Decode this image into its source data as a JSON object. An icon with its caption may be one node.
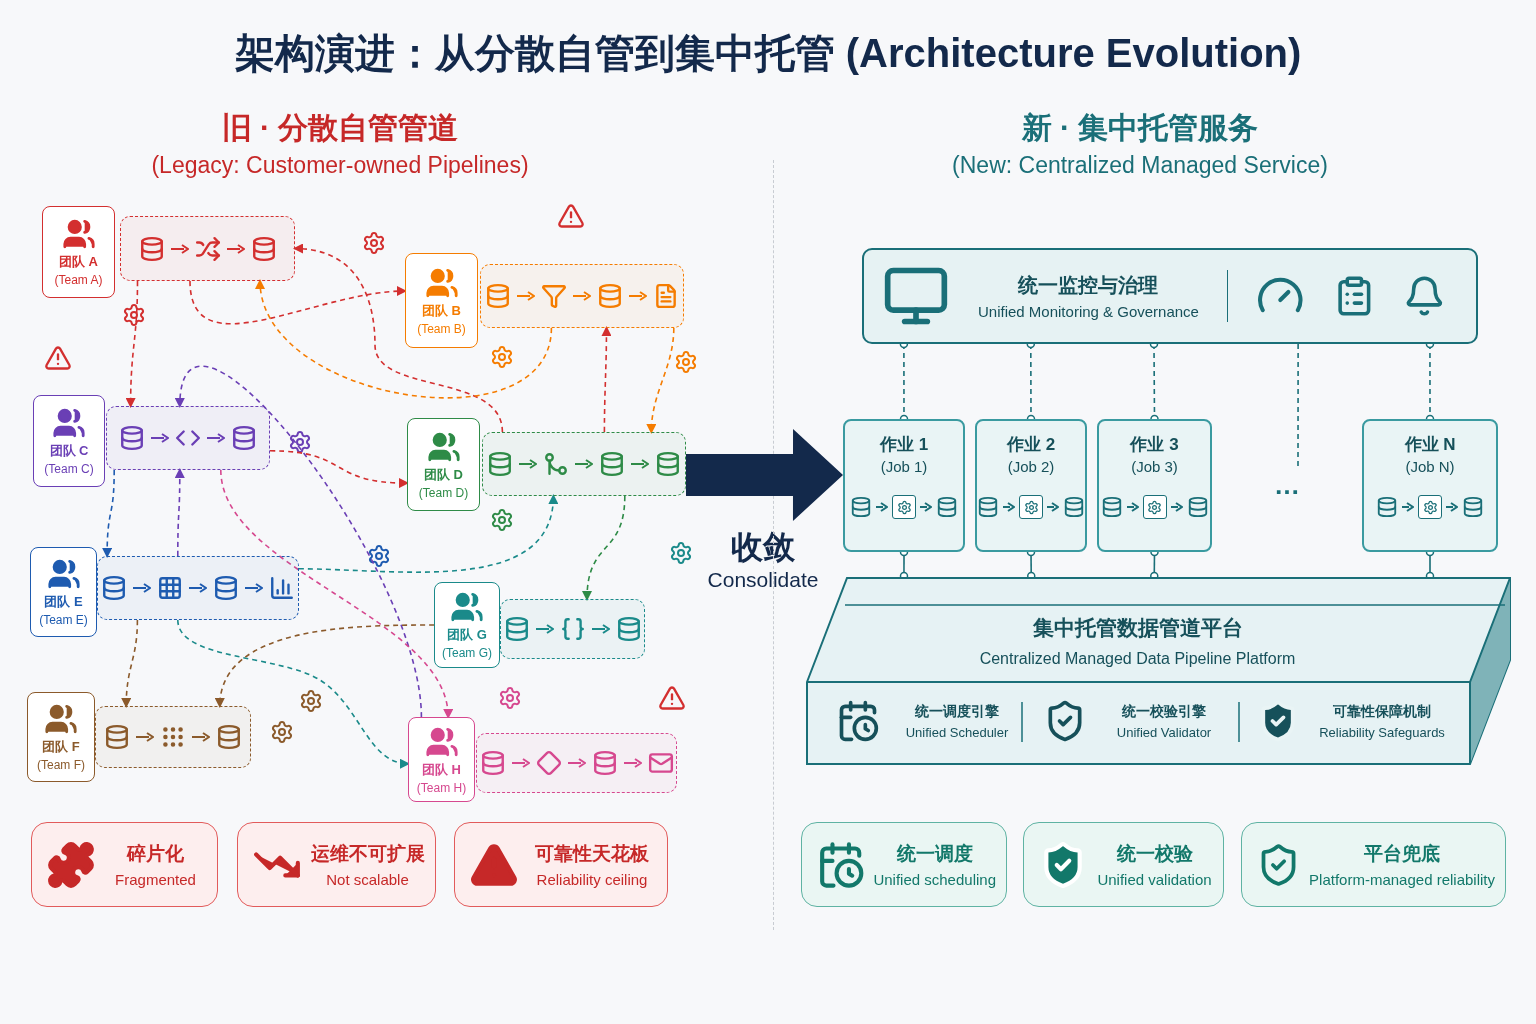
{
  "diagram": {
    "title": "架构演进：从分散自管到集中托管 (Architecture Evolution)",
    "nodes": [
      {
        "text": [
          "团队 A",
          "(Team A)"
        ]
      },
      {
        "text": [],
        "shape": "box"
      },
      {
        "text": [
          "团队 B",
          "(Team B)"
        ]
      },
      {
        "text": [],
        "shape": "box"
      },
      {
        "text": [
          "团队 C",
          "(Team C)"
        ]
      },
      {
        "text": [],
        "shape": "box"
      },
      {
        "text": [
          "团队 D",
          "(Team D)"
        ]
      },
      {
        "text": [],
        "shape": "box"
      },
      {
        "text": [
          "团队 E",
          "(Team E)"
        ]
      },
      {
        "text": [],
        "shape": "box"
      },
      {
        "text": [
          "团队 G",
          "(Team G)"
        ]
      },
      {
        "text": [],
        "shape": "box"
      },
      {
        "text": [
          "团队 F",
          "(Team F)"
        ]
      },
      {
        "text": [],
        "shape": "box"
      },
      {
        "text": [
          "团队 H",
          "(Team H)"
        ]
      },
      {
        "text": [],
        "shape": "box"
      },
      {
        "text": [
          "统一监控与治理",
          "Unified Monitoring & Governance"
        ]
      },
      {
        "text": [
          "作业 1",
          "(Job 1)"
        ]
      },
      {
        "text": [
          "作业 2",
          "(Job 2)"
        ]
      },
      {
        "text": [
          "作业 3",
          "(Job 3)"
        ]
      },
      {
        "text": [
          "作业 N",
          "(Job N)"
        ]
      },
      {
        "text": [
          "集中托管数据管道平台",
          "Centralized Managed Data Pipeline Platform"
        ]
      },
      {
        "text": [
          "统一调度引擎",
          "Unified Scheduler"
        ],
        "in": 21
      },
      {
        "text": [
          "统一校验引擎",
          "Unified Validator"
        ],
        "in": 21
      },
      {
        "text": [
          "可靠性保障机制",
          "Reliability Safeguards"
        ],
        "in": 21
      },
      {
        "text": [
          "碎片化",
          "Fragmented"
        ]
      },
      {
        "text": [
          "运维不可扩展",
          "Not scalable"
        ]
      },
      {
        "text": [
          "可靠性天花板",
          "Reliability ceiling"
        ]
      },
      {
        "text": [
          "统一调度",
          "Unified scheduling"
        ]
      },
      {
        "text": [
          "统一校验",
          "Unified validation"
        ]
      },
      {
        "text": [
          "平台兜底",
          "Platform-managed reliability"
        ]
      }
    ],
    "edges": [
      {
        "from": 7,
        "to": 1,
        "arrow": "to",
        "style": "dashed",
        "color": "#d32f2f"
      },
      {
        "from": 1,
        "to": 2,
        "arrow": "to",
        "style": "dashed",
        "color": "#d32f2f"
      },
      {
        "from": 3,
        "to": 1,
        "arrow": "to",
        "style": "dashed",
        "color": "#f57c00"
      },
      {
        "from": 1,
        "to": 5,
        "arrow": "to",
        "style": "dashed",
        "color": "#d32f2f"
      },
      {
        "from": 14,
        "to": 5,
        "arrow": "to",
        "style": "dashed",
        "color": "#6a3fb5"
      },
      {
        "from": 5,
        "to": 6,
        "arrow": "to",
        "style": "dashed",
        "color": "#d32f2f"
      },
      {
        "from": 9,
        "to": 5,
        "arrow": "to",
        "style": "dashed",
        "color": "#6a3fb5"
      },
      {
        "from": 3,
        "to": 7,
        "arrow": "to",
        "style": "dashed",
        "color": "#f57c00"
      },
      {
        "from": 7,
        "to": 3,
        "arrow": "to",
        "style": "dashed",
        "color": "#d32f2f"
      },
      {
        "from": 9,
        "to": 7,
        "arrow": "to",
        "style": "dashed",
        "color": "#1a8a8a"
      },
      {
        "from": 7,
        "to": 11,
        "arrow": "to",
        "style": "dashed",
        "color": "#2e8b47"
      },
      {
        "from": 5,
        "to": 9,
        "arrow": "to",
        "style": "dashed",
        "color": "#1e5bb0"
      },
      {
        "from": 9,
        "to": 14,
        "arrow": "to",
        "style": "dashed",
        "color": "#1a8a8a"
      },
      {
        "from": 10,
        "to": 13,
        "arrow": "to",
        "style": "dashed",
        "color": "#8b5a2b"
      },
      {
        "from": 9,
        "to": 13,
        "arrow": "to",
        "style": "dashed",
        "color": "#8b5a2b"
      },
      {
        "from": 5,
        "to": 14,
        "arrow": "to",
        "style": "dashed",
        "color": "#d6488f"
      },
      {
        "from": 7,
        "to": 17,
        "arrow": "to",
        "style": "thick",
        "color": "#13294b"
      },
      {
        "from": 16,
        "to": 17,
        "arrow": "other",
        "style": "dashed"
      },
      {
        "from": 16,
        "to": 18,
        "arrow": "other",
        "style": "dashed"
      },
      {
        "from": 16,
        "to": 19,
        "arrow": "other",
        "style": "dashed"
      },
      {
        "from": 16,
        "to": null,
        "arrow": "none",
        "style": "dashed"
      },
      {
        "from": 16,
        "to": 20,
        "arrow": "other",
        "style": "dashed"
      },
      {
        "from": 17,
        "to": 21,
        "arrow": "other"
      },
      {
        "from": 18,
        "to": 21,
        "arrow": "other"
      },
      {
        "from": 19,
        "to": 21,
        "arrow": "other"
      },
      {
        "from": 20,
        "to": 21,
        "arrow": "other"
      }
    ],
    "labels": [
      "旧 · 分散自管管道",
      "(Legacy: Customer-owned Pipelines)",
      "新 · 集中托管服务",
      "(New: Centralized Managed Service)",
      "收敛",
      "Consolidate",
      "…"
    ]
  }
}
